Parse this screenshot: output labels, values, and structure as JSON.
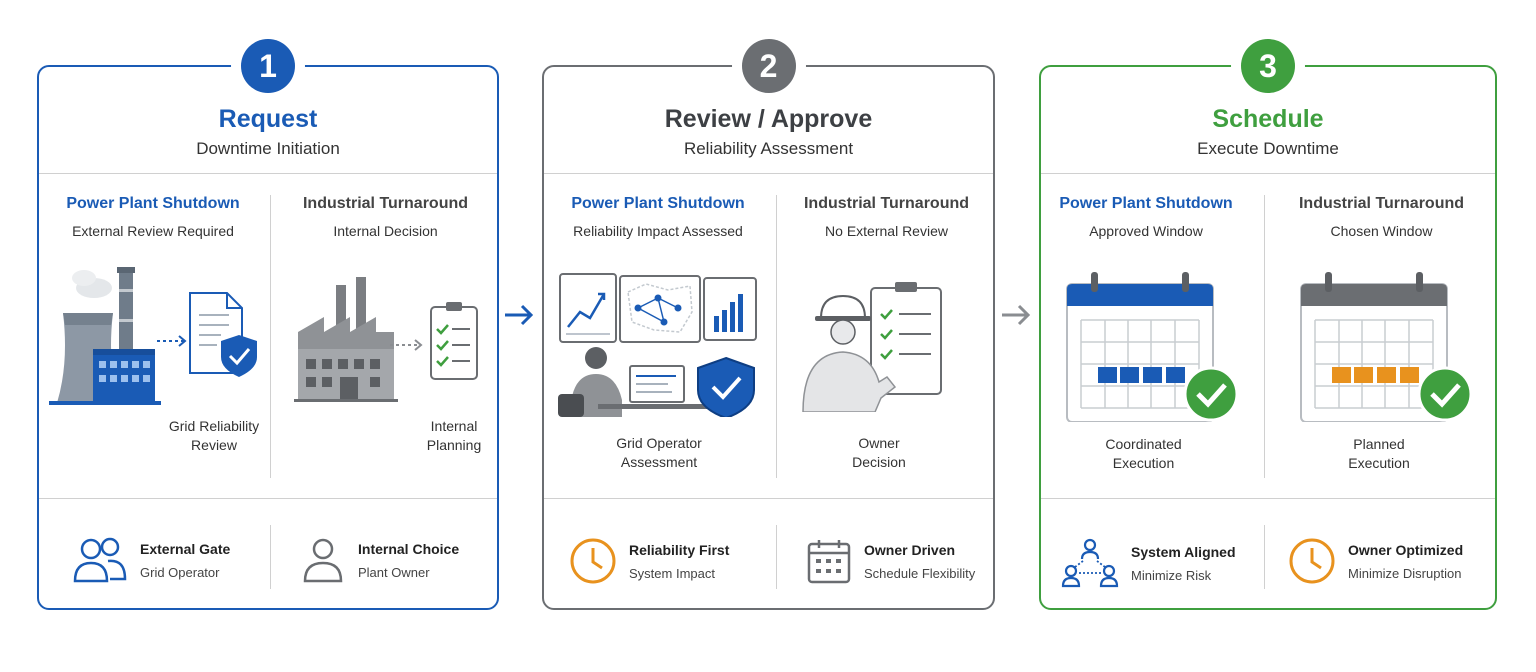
{
  "steps": [
    {
      "number": "1",
      "title": "Request",
      "subtitle": "Downtime Initiation",
      "left": {
        "title": "Power Plant Shutdown",
        "subtitle": "External Review Required",
        "caption_1": "Grid Reliability",
        "caption_2": "Review"
      },
      "right": {
        "title": "Industrial Turnaround",
        "subtitle": "Internal Decision",
        "caption_1": "Internal",
        "caption_2": "Planning"
      },
      "footer": [
        {
          "title": "External Gate",
          "subtitle": "Grid Operator",
          "icon": "users-icon"
        },
        {
          "title": "Internal Choice",
          "subtitle": "Plant Owner",
          "icon": "user-icon"
        }
      ]
    },
    {
      "number": "2",
      "title": "Review / Approve",
      "subtitle": "Reliability Assessment",
      "left": {
        "title": "Power Plant Shutdown",
        "subtitle": "Reliability Impact Assessed",
        "caption_1": "Grid Operator",
        "caption_2": "Assessment"
      },
      "right": {
        "title": "Industrial Turnaround",
        "subtitle": "No External Review",
        "caption_1": "Owner",
        "caption_2": "Decision"
      },
      "footer": [
        {
          "title": "Reliability First",
          "subtitle": "System Impact",
          "icon": "clock-icon"
        },
        {
          "title": "Owner Driven",
          "subtitle": "Schedule Flexibility",
          "icon": "calendar-icon"
        }
      ]
    },
    {
      "number": "3",
      "title": "Schedule",
      "subtitle": "Execute Downtime",
      "left": {
        "title": "Power Plant Shutdown",
        "subtitle": "Approved Window",
        "caption_1": "Coordinated",
        "caption_2": "Execution"
      },
      "right": {
        "title": "Industrial Turnaround",
        "subtitle": "Chosen Window",
        "caption_1": "Planned",
        "caption_2": "Execution"
      },
      "footer": [
        {
          "title": "System Aligned",
          "subtitle": "Minimize Risk",
          "icon": "network-icon"
        },
        {
          "title": "Owner Optimized",
          "subtitle": "Minimize Disruption",
          "icon": "clock-icon"
        }
      ]
    }
  ],
  "colors": {
    "blue": "#1a5bb5",
    "gray": "#6b6e72",
    "green": "#3f9f3f",
    "orange": "#e8921e"
  }
}
